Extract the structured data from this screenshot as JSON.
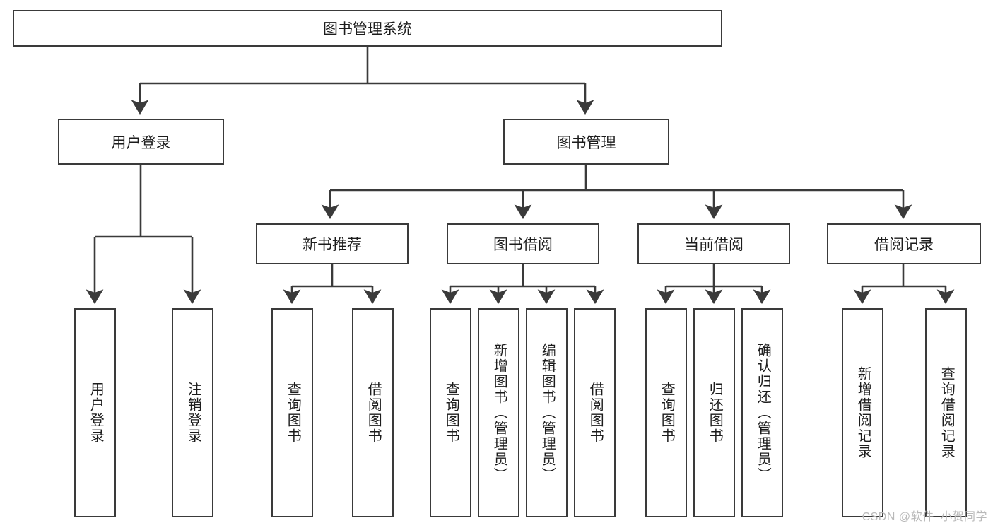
{
  "diagram": {
    "title": "图书管理系统",
    "type": "tree",
    "watermark": "CSDN @软件_小贺同学",
    "colors": {
      "stroke": "#3a3a3a",
      "text": "#1c1c1c",
      "background": "#ffffff",
      "watermark": "#b9b9b9"
    },
    "root": {
      "label": "图书管理系统"
    },
    "level2": [
      {
        "label": "用户登录"
      },
      {
        "label": "图书管理"
      }
    ],
    "level3": [
      {
        "label": "新书推荐"
      },
      {
        "label": "图书借阅"
      },
      {
        "label": "当前借阅"
      },
      {
        "label": "借阅记录"
      }
    ],
    "leaves": [
      {
        "label": "用户登录",
        "parent": "用户登录"
      },
      {
        "label": "注销登录",
        "parent": "用户登录"
      },
      {
        "label": "查询图书",
        "parent": "新书推荐"
      },
      {
        "label": "借阅图书",
        "parent": "新书推荐"
      },
      {
        "label": "查询图书",
        "parent": "图书借阅"
      },
      {
        "label": "新增图书（管理员）",
        "parent": "图书借阅"
      },
      {
        "label": "编辑图书（管理员）",
        "parent": "图书借阅"
      },
      {
        "label": "借阅图书",
        "parent": "图书借阅"
      },
      {
        "label": "查询图书",
        "parent": "当前借阅"
      },
      {
        "label": "归还图书",
        "parent": "当前借阅"
      },
      {
        "label": "确认归还（管理员）",
        "parent": "当前借阅"
      },
      {
        "label": "新增借阅记录",
        "parent": "借阅记录"
      },
      {
        "label": "查询借阅记录",
        "parent": "借阅记录"
      }
    ]
  }
}
